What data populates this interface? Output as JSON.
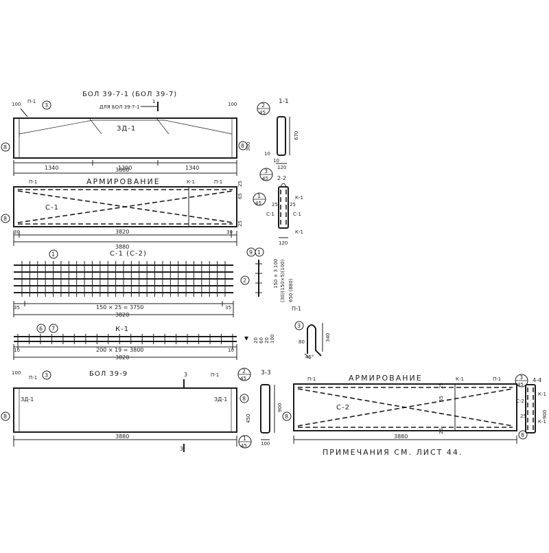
{
  "beam1": {
    "title": "БОЛ 39-7-1 (БОЛ 39-7)",
    "note": "ДЛЯ БОЛ 39-7-1",
    "section_mark": "1",
    "loop_tag": "П-1",
    "loop_callout": "3",
    "end_left": "100",
    "end_right": "100",
    "part": "ЗД-1",
    "mark_left": "8",
    "mark_right": "8",
    "h_end": "300",
    "dim_left": "1340",
    "dim_mid": "1200",
    "dim_right": "1340",
    "dim_total": "3880"
  },
  "section11": {
    "title": "1-1",
    "callout_top": "2",
    "callout_bottom": "45",
    "height": "670",
    "d10a": "10",
    "d10b": "10",
    "width": "120"
  },
  "arm1": {
    "title": "АРМИРОВАНИЕ",
    "loop_left": "П-1",
    "frame": "К-1",
    "loop_right": "П-1",
    "mesh": "С-1",
    "d65": "65",
    "d25": "25",
    "d25b": "25",
    "callout_top": "1",
    "callout_bottom": "45",
    "mark": "8",
    "left_edge": "30",
    "mid": "3820",
    "right_edge": "30",
    "total": "3880"
  },
  "section22": {
    "title": "2-2",
    "callout_top": "3",
    "callout_bottom": "45",
    "c1_left": "С-1",
    "c1_right": "С-1",
    "k1_top": "К-1",
    "k1_bottom": "К-1",
    "d25l": "25",
    "d25r": "25",
    "width": "120"
  },
  "mesh": {
    "title": "С-1  (С-2)",
    "callout_bar": "1",
    "callout_side": "2",
    "left": "35",
    "spacing": "150 × 25 = 3750",
    "right": "35",
    "total": "3820",
    "side_d1": "100",
    "side_d2": "150 × 3",
    "side_d3": "(30)(150×5)(100)",
    "side_d4": "650 (880)",
    "side_callout_a": "9",
    "side_callout_b": "1"
  },
  "frame": {
    "title": "К-1",
    "callout_a": "6",
    "callout_b": "7",
    "left": "10",
    "spacing": "200 × 19 = 3800",
    "right": "10",
    "total": "3820",
    "side_a": "20",
    "side_b": "60",
    "side_c": "20",
    "side_d": "100"
  },
  "loop": {
    "title": "П-1",
    "callout": "3",
    "h": "340",
    "w": "80",
    "angle": "45°"
  },
  "beam2": {
    "title": "БОЛ 39-9",
    "section_mark": "3",
    "loop_left": "П-1",
    "loop_right": "П-1",
    "callout_loop": "3",
    "end_left": "100",
    "part_left": "ЗД-1",
    "part_right": "ЗД-1",
    "mark_left": "8",
    "mark_right": "8",
    "h_end": "450",
    "total": "3880",
    "section_bottom": "3"
  },
  "section33": {
    "title": "3-3",
    "callout_top": "2",
    "callout_bottom": "45",
    "callout2_top": "1",
    "callout2_bottom": "45",
    "height": "900",
    "width": "100"
  },
  "arm2": {
    "title": "АРМИРОВАНИЕ",
    "loop_left": "П-1",
    "frame": "К-1",
    "loop_right": "П-1",
    "mesh": "С-2",
    "d25": "25",
    "d65": "65",
    "d25b": "25",
    "callout_top": "3",
    "callout_bottom": "45",
    "mark": "8",
    "total": "3880"
  },
  "section44": {
    "title": "4-4",
    "k1_top": "К-1",
    "c2": "С-2",
    "k1_bottom": "К-1",
    "height": "900",
    "d25": "25"
  },
  "notes": "ПРИМЕЧАНИЯ СМ. ЛИСТ 44."
}
